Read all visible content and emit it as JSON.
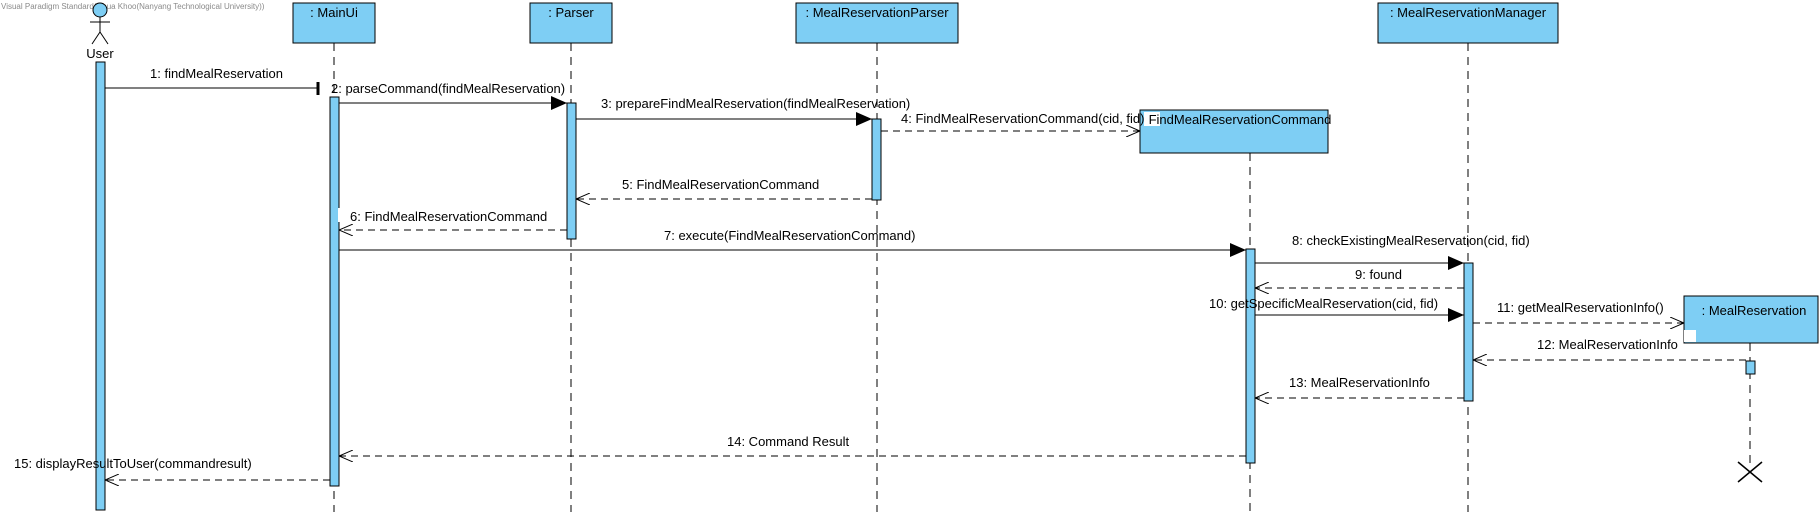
{
  "watermark": "Visual Paradigm Standard(Chua Khoo(Nanyang Technological University))",
  "actor": {
    "name": "User"
  },
  "lifelines": {
    "mainui": ": MainUi",
    "parser": ": Parser",
    "mealparser": ": MealReservationParser",
    "findcmd": "FindMealReservationCommand",
    "manager": ": MealReservationManager",
    "mealres": ": MealReservation"
  },
  "messages": {
    "m1": "1: findMealReservation",
    "m2": "2: parseCommand(findMealReservation)",
    "m3": "3: prepareFindMealReservation(findMealReservation)",
    "m4": "4: FindMealReservationCommand(cid, fid)",
    "m5": "5: FindMealReservationCommand",
    "m6": "6: FindMealReservationCommand",
    "m7": "7: execute(FindMealReservationCommand)",
    "m8": "8: checkExistingMealReservation(cid, fid)",
    "m9": "9: found",
    "m10": "10: getSpecificMealReservation(cid, fid)",
    "m11": "11: getMealReservationInfo()",
    "m12": "12: MealReservationInfo",
    "m13": "13: MealReservationInfo",
    "m14": "14: Command Result",
    "m15": "15: displayResultToUser(commandresult)"
  },
  "colors": {
    "box_fill": "#7ecef4",
    "stroke": "#000000",
    "watermark": "#8a8a8a"
  }
}
